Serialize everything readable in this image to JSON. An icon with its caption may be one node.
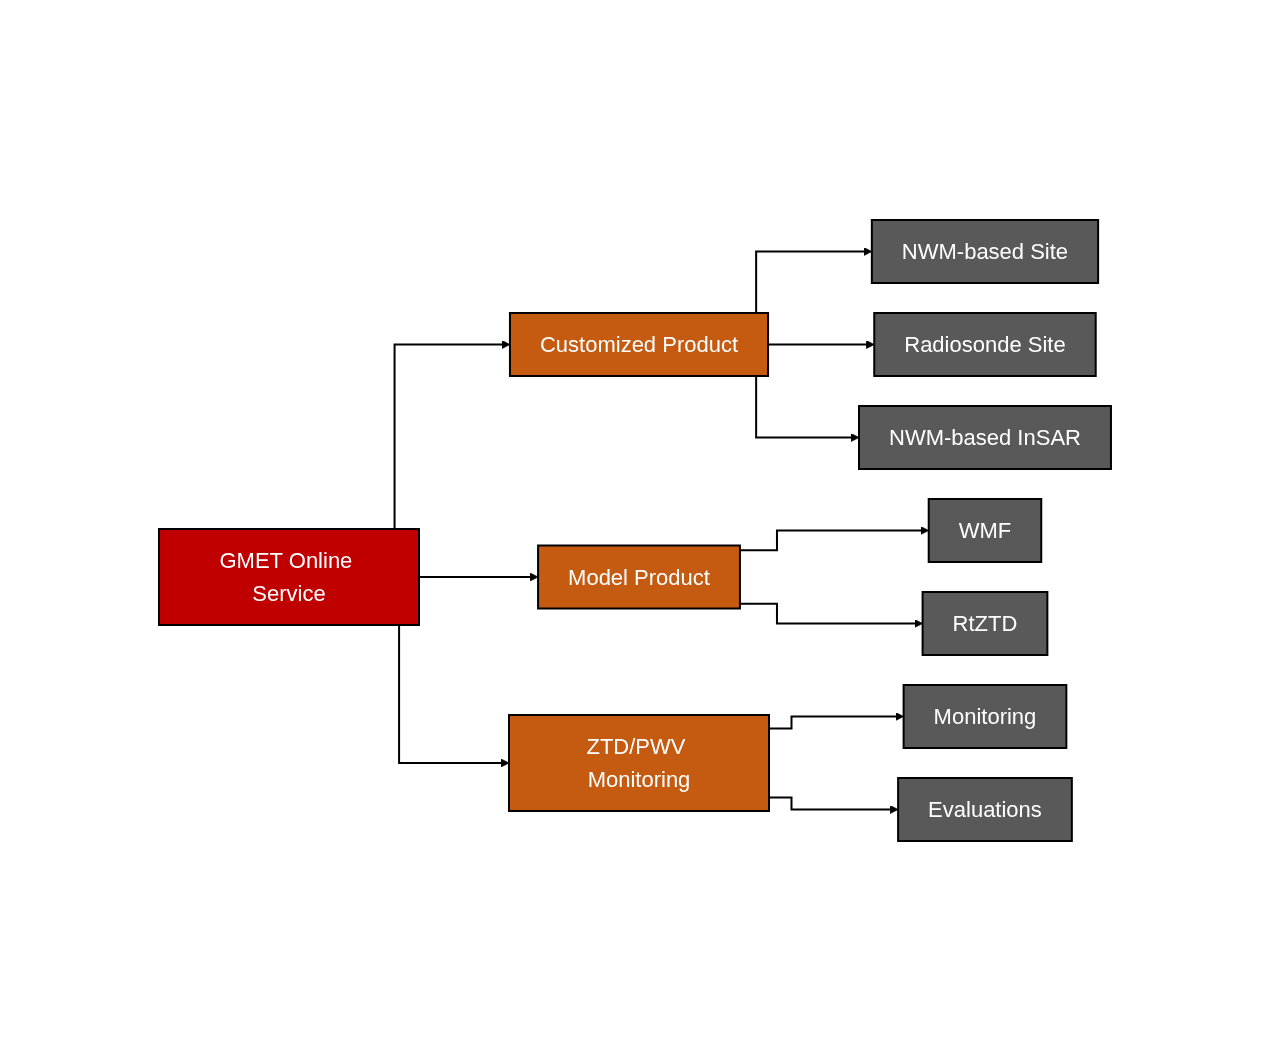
{
  "diagram": {
    "nodes": [
      {
        "text": [
          "GMET Online Service"
        ]
      },
      {
        "text": [
          "Customized Product"
        ]
      },
      {
        "text": [
          "Model Product"
        ]
      },
      {
        "text": [
          "ZTD/PWV Monitoring"
        ]
      },
      {
        "text": [
          "NWM-based Site"
        ]
      },
      {
        "text": [
          "Radiosonde Site"
        ]
      },
      {
        "text": [
          "NWM-based InSAR"
        ]
      },
      {
        "text": [
          "WMF"
        ]
      },
      {
        "text": [
          "RtZTD"
        ]
      },
      {
        "text": [
          "Monitoring"
        ]
      },
      {
        "text": [
          "Evaluations"
        ]
      }
    ],
    "edges": [
      {
        "from": 0,
        "to": 1,
        "arrow": "to"
      },
      {
        "from": 0,
        "to": 2,
        "arrow": "to"
      },
      {
        "from": 0,
        "to": 3,
        "arrow": "to"
      },
      {
        "from": 1,
        "to": 4,
        "arrow": "to"
      },
      {
        "from": 1,
        "to": 5,
        "arrow": "to"
      },
      {
        "from": 1,
        "to": 6,
        "arrow": "to"
      },
      {
        "from": 2,
        "to": 7,
        "arrow": "to"
      },
      {
        "from": 2,
        "to": 8,
        "arrow": "to"
      },
      {
        "from": 3,
        "to": 9,
        "arrow": "to"
      },
      {
        "from": 3,
        "to": 10,
        "arrow": "to"
      }
    ]
  }
}
